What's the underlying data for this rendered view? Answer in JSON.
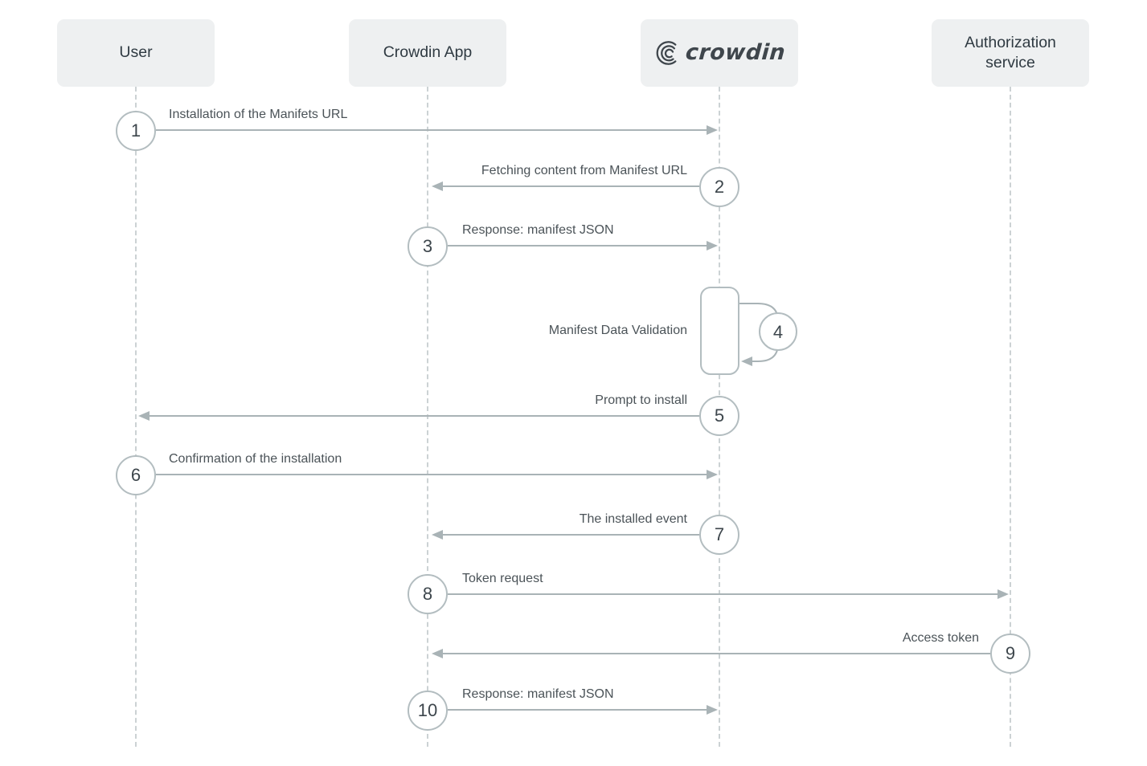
{
  "diagram_type": "sequence-diagram",
  "actors": [
    {
      "id": "user",
      "label": "User"
    },
    {
      "id": "crowdin-app",
      "label": "Crowdin App"
    },
    {
      "id": "crowdin",
      "label": "crowdin",
      "logo": "crowdin-logo"
    },
    {
      "id": "authorization-service",
      "label": "Authorization service"
    }
  ],
  "messages": [
    {
      "step": "1",
      "label": "Installation of the Manifets URL",
      "from": "User",
      "to": "crowdin",
      "direction": "right"
    },
    {
      "step": "2",
      "label": "Fetching content from Manifest URL",
      "from": "crowdin",
      "to": "Crowdin App",
      "direction": "left"
    },
    {
      "step": "3",
      "label": "Response: manifest JSON",
      "from": "Crowdin App",
      "to": "crowdin",
      "direction": "right"
    },
    {
      "step": "4",
      "label": "Manifest Data Validation",
      "from": "crowdin",
      "to": "crowdin",
      "direction": "self"
    },
    {
      "step": "5",
      "label": "Prompt to install",
      "from": "crowdin",
      "to": "User",
      "direction": "left"
    },
    {
      "step": "6",
      "label": "Confirmation of the installation",
      "from": "User",
      "to": "crowdin",
      "direction": "right"
    },
    {
      "step": "7",
      "label": "The installed event",
      "from": "crowdin",
      "to": "Crowdin App",
      "direction": "left"
    },
    {
      "step": "8",
      "label": "Token request",
      "from": "Crowdin App",
      "to": "Authorization service",
      "direction": "right"
    },
    {
      "step": "9",
      "label": "Access token",
      "from": "Authorization service",
      "to": "Crowdin App",
      "direction": "left"
    },
    {
      "step": "10",
      "label": "Response: manifest JSON",
      "from": "Crowdin App",
      "to": "crowdin",
      "direction": "right"
    }
  ],
  "colors": {
    "background": "#ffffff",
    "actor_box_fill": "#eef0f1",
    "actor_text": "#2f3a42",
    "lifeline": "#ccd2d4",
    "arrow": "#a9b3b6",
    "circle_border": "#b3bdc0",
    "circle_fill": "#ffffff",
    "step_text": "#3d464c",
    "label_text": "#4b5358",
    "logo_color": "#3f464c"
  }
}
